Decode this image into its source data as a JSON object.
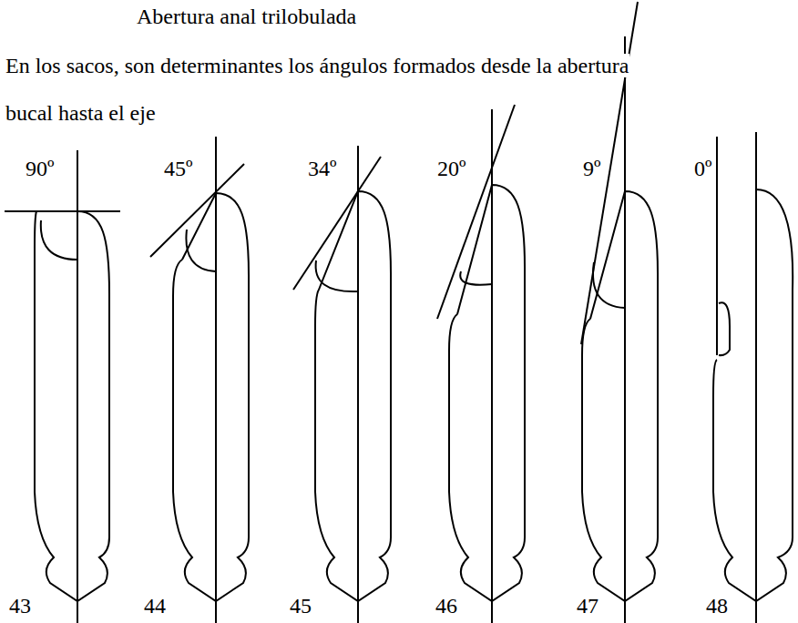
{
  "diagram": {
    "title": "Abertura anal trilobulada",
    "labels": [
      "En los sacos, son determinantes los ángulos formados desde la abertura bucal hasta el eje",
      "90º",
      "45º",
      "34º",
      "20º",
      "9º",
      "0º",
      "43",
      "44",
      "45",
      "46",
      "47",
      "48"
    ]
  }
}
